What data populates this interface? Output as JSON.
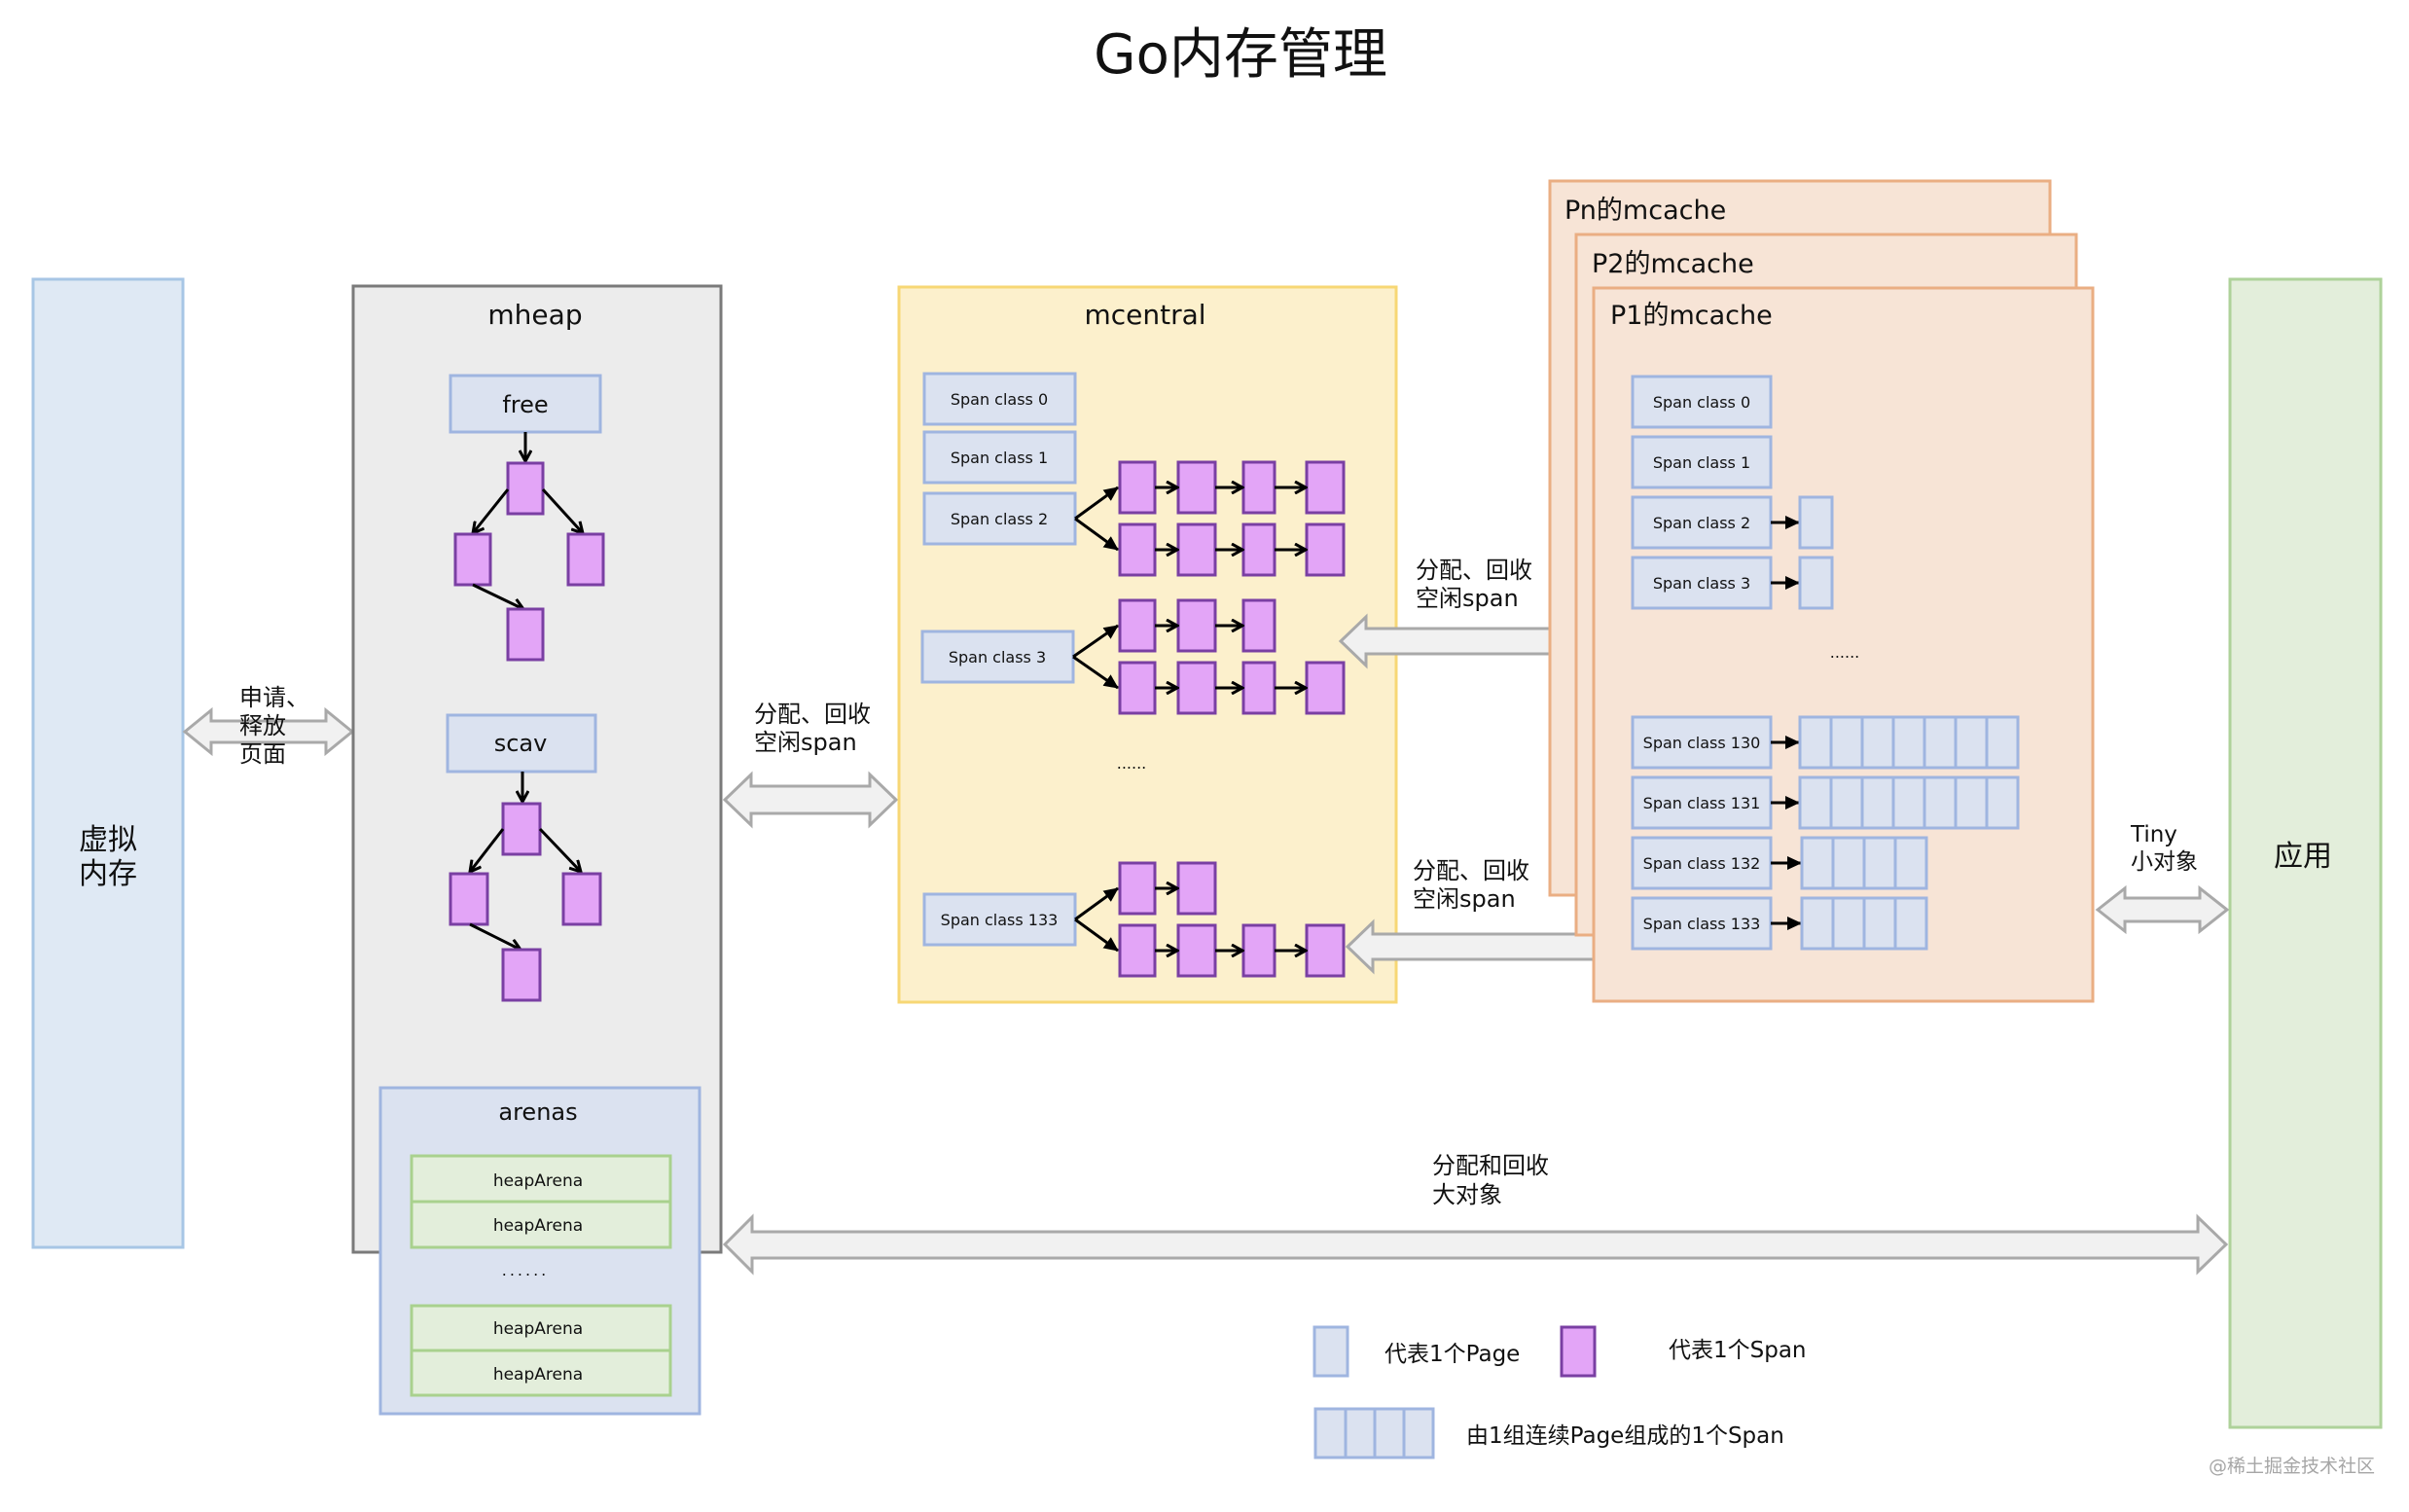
{
  "title": "Go内存管理",
  "virtual_memory": {
    "label_line1": "虚拟",
    "label_line2": "内存"
  },
  "vm_heap_arrow": {
    "line1": "申请、",
    "line2": "释放",
    "line3": "页面"
  },
  "mheap": {
    "label": "mheap",
    "free_label": "free",
    "scav_label": "scav",
    "arenas": {
      "label": "arenas",
      "items": [
        "heapArena",
        "heapArena",
        "heapArena",
        "heapArena"
      ],
      "ellipsis": "......"
    }
  },
  "heap_central_arrow": {
    "line1": "分配、回收",
    "line2": "空闲span"
  },
  "mcentral": {
    "label": "mcentral",
    "classes": [
      {
        "label": "Span class 0",
        "lists": []
      },
      {
        "label": "Span class 1",
        "lists": []
      },
      {
        "label": "Span class 2",
        "lists": [
          4,
          4
        ]
      },
      {
        "label": "Span class 3",
        "lists": [
          3,
          4
        ]
      },
      {
        "label": "Span class 133",
        "lists": [
          2,
          4
        ]
      }
    ],
    "ellipsis": "......"
  },
  "central_cache_arrows": [
    {
      "line1": "分配、回收",
      "line2": "空闲span"
    },
    {
      "line1": "分配、回收",
      "line2": "空闲span"
    }
  ],
  "mcaches": [
    {
      "label": "Pn的mcache"
    },
    {
      "label": "P2的mcache"
    },
    {
      "label": "P1的mcache"
    }
  ],
  "p1_mcache": {
    "classes": [
      {
        "label": "Span class 0",
        "pages": 0
      },
      {
        "label": "Span class 1",
        "pages": 0
      },
      {
        "label": "Span class 2",
        "pages": 1
      },
      {
        "label": "Span class 3",
        "pages": 1
      },
      {
        "label": "Span class 130",
        "pages": 7
      },
      {
        "label": "Span class 131",
        "pages": 7
      },
      {
        "label": "Span class 132",
        "pages": 4
      },
      {
        "label": "Span class 133",
        "pages": 4
      }
    ],
    "ellipsis": "......"
  },
  "tiny_arrow": {
    "line1": "Tiny",
    "line2": "小对象"
  },
  "app": {
    "label": "应用"
  },
  "large_arrow": {
    "line1": "分配和回收",
    "line2": "大对象"
  },
  "legend": {
    "page": "代表1个Page",
    "span": "代表1个Span",
    "span_pages": "由1组连续Page组成的1个Span"
  },
  "watermark": "@稀土掘金技术社区",
  "colors": {
    "span_fill": "#e3a5f7",
    "span_stroke": "#7a3fa3",
    "page_fill": "#dbe2f0",
    "page_stroke": "#9fb5e0",
    "mheap_fill": "#ececec",
    "mcentral_fill": "#fcf0cc",
    "mcache_fill": "#f7e4d6",
    "app_fill": "#e3eedb",
    "vm_fill": "#dfe9f4"
  }
}
